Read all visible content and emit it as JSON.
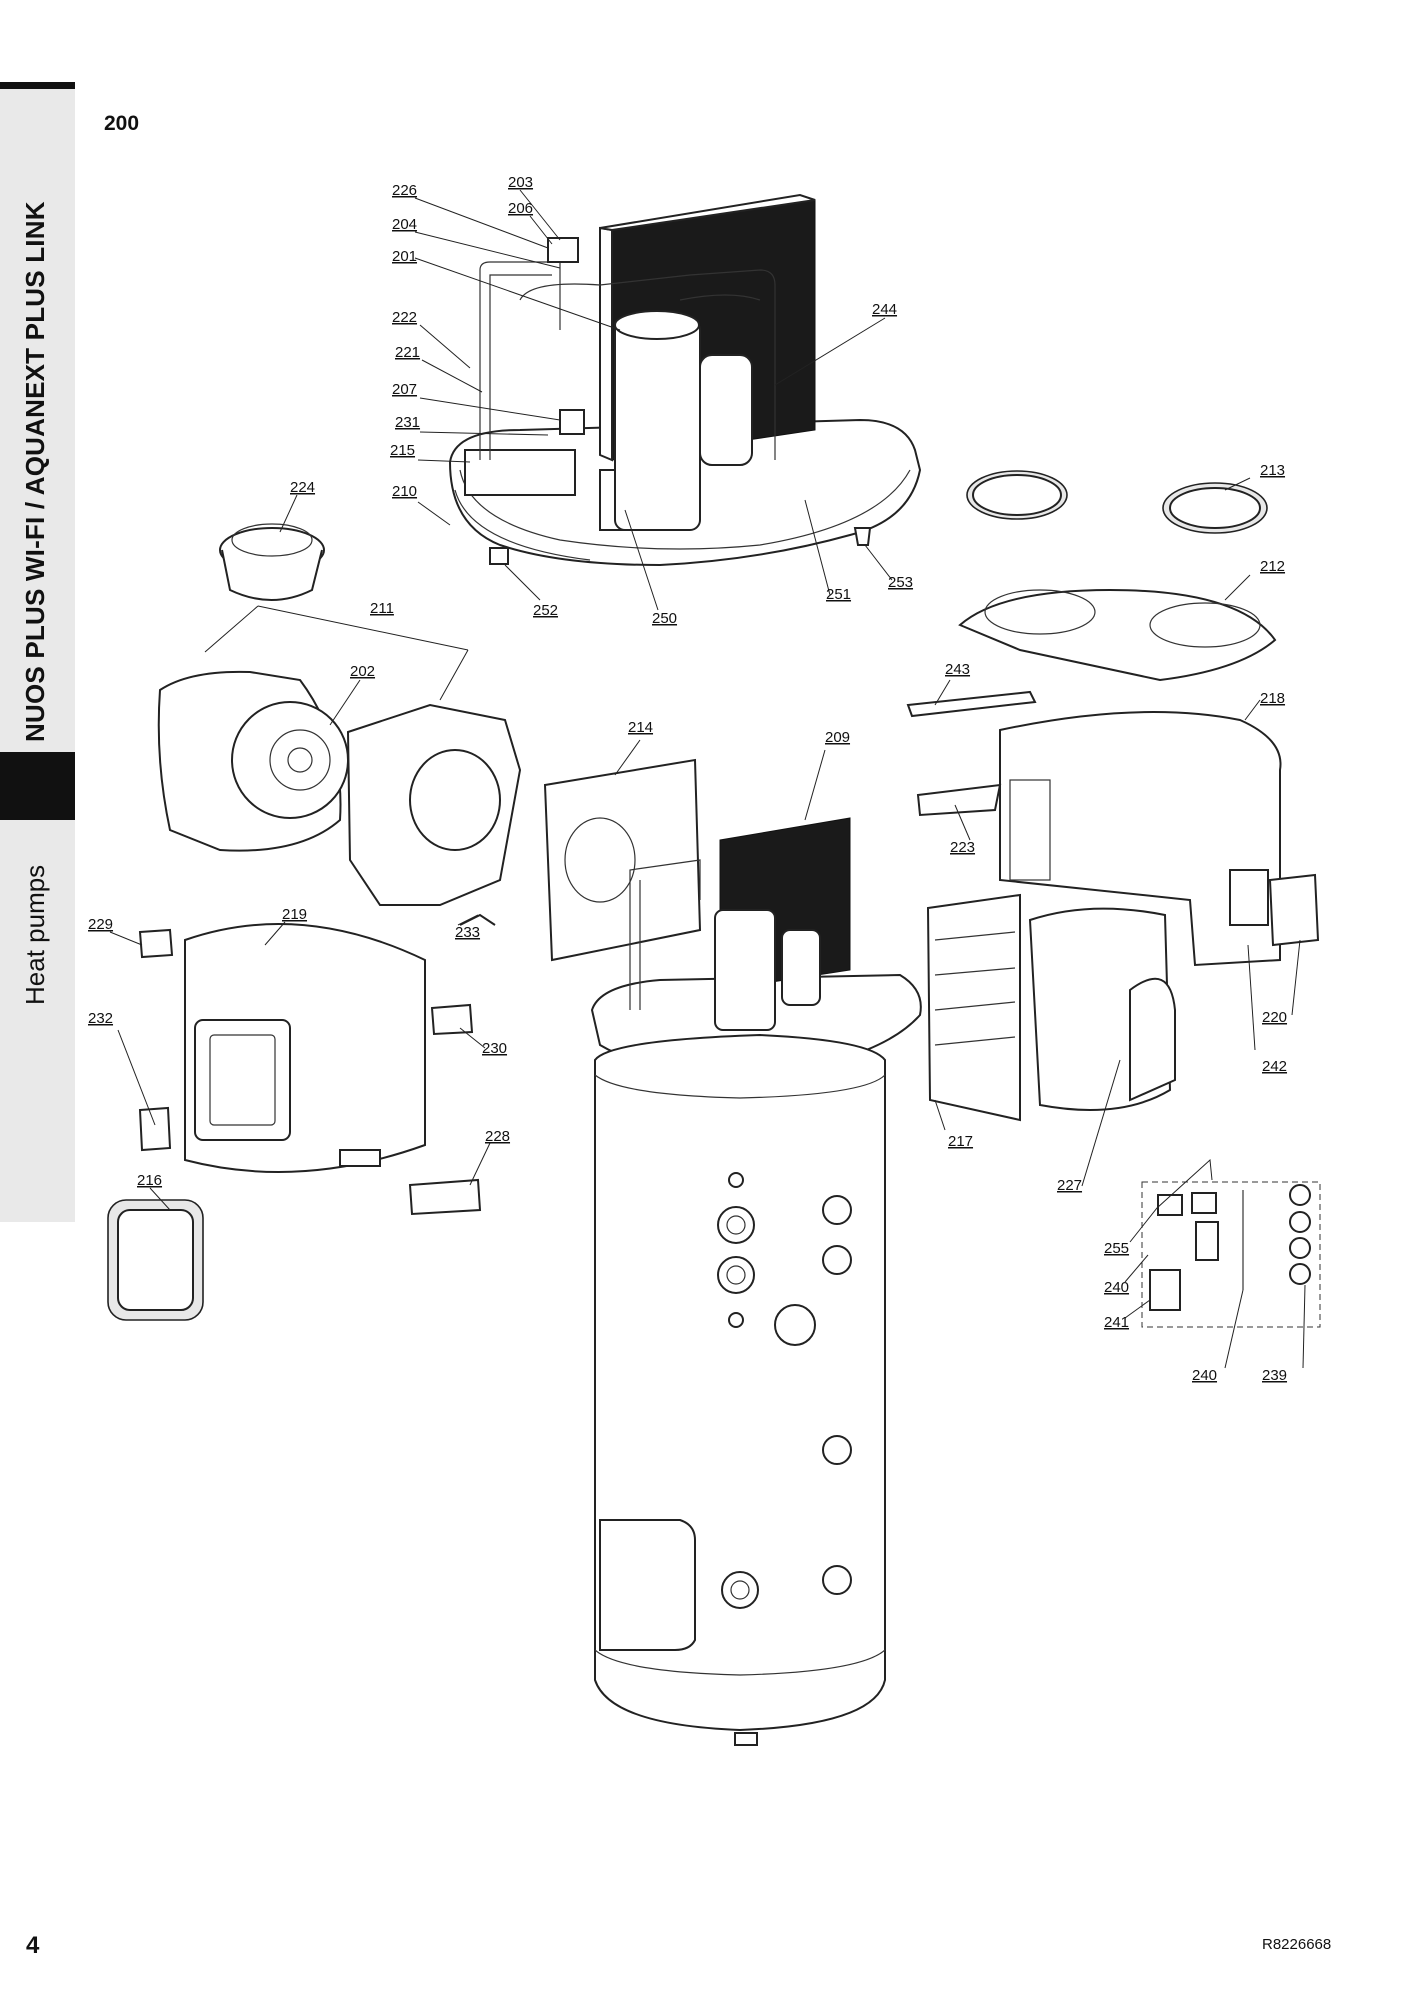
{
  "sidebar": {
    "product_title": "NUOS PLUS WI-FI / AQUANEXT PLUS LINK",
    "category": "Heat pumps"
  },
  "figure_number": "200",
  "page_number": "4",
  "reference_code": "R8226668",
  "callouts": [
    {
      "id": "c203",
      "text": "203"
    },
    {
      "id": "c226",
      "text": "226"
    },
    {
      "id": "c206",
      "text": "206"
    },
    {
      "id": "c204",
      "text": "204"
    },
    {
      "id": "c201",
      "text": "201"
    },
    {
      "id": "c244",
      "text": "244"
    },
    {
      "id": "c222",
      "text": "222"
    },
    {
      "id": "c221",
      "text": "221"
    },
    {
      "id": "c207",
      "text": "207"
    },
    {
      "id": "c231",
      "text": "231"
    },
    {
      "id": "c215",
      "text": "215"
    },
    {
      "id": "c213",
      "text": "213"
    },
    {
      "id": "c224",
      "text": "224"
    },
    {
      "id": "c210",
      "text": "210"
    },
    {
      "id": "c253",
      "text": "253"
    },
    {
      "id": "c212",
      "text": "212"
    },
    {
      "id": "c252",
      "text": "252"
    },
    {
      "id": "c250",
      "text": "250"
    },
    {
      "id": "c251",
      "text": "251"
    },
    {
      "id": "c211",
      "text": "211"
    },
    {
      "id": "c243",
      "text": "243"
    },
    {
      "id": "c202",
      "text": "202"
    },
    {
      "id": "c218",
      "text": "218"
    },
    {
      "id": "c214",
      "text": "214"
    },
    {
      "id": "c209",
      "text": "209"
    },
    {
      "id": "c223",
      "text": "223"
    },
    {
      "id": "c219",
      "text": "219"
    },
    {
      "id": "c229",
      "text": "229"
    },
    {
      "id": "c233",
      "text": "233"
    },
    {
      "id": "c232",
      "text": "232"
    },
    {
      "id": "c230",
      "text": "230"
    },
    {
      "id": "c220",
      "text": "220"
    },
    {
      "id": "c242",
      "text": "242"
    },
    {
      "id": "c228",
      "text": "228"
    },
    {
      "id": "c217",
      "text": "217"
    },
    {
      "id": "c216",
      "text": "216"
    },
    {
      "id": "c227",
      "text": "227"
    },
    {
      "id": "c255",
      "text": "255"
    },
    {
      "id": "c240a",
      "text": "240"
    },
    {
      "id": "c241",
      "text": "241"
    },
    {
      "id": "c240b",
      "text": "240"
    },
    {
      "id": "c239",
      "text": "239"
    }
  ]
}
